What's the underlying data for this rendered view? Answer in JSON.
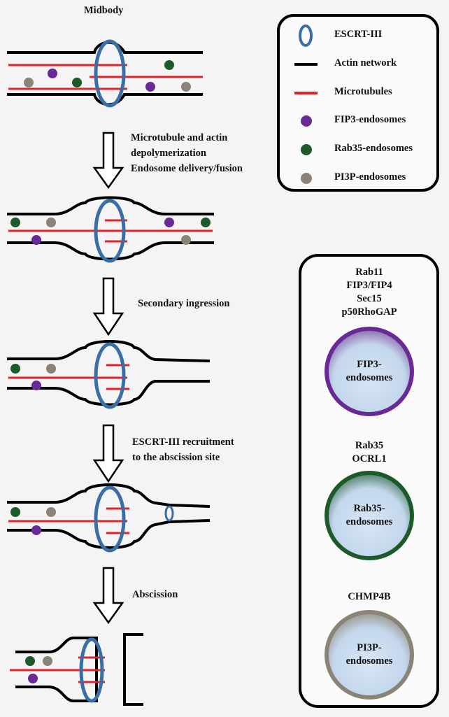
{
  "stage_labels": {
    "midbody": "Midbody",
    "step1_line1": "Microtubule and actin",
    "step1_line2": "depolymerization",
    "step1_line3": "Endosome delivery/fusion",
    "step2": "Secondary ingression",
    "step3_line1": "ESCRT-III recruitment",
    "step3_line2": "to the abscission site",
    "step4": "Abscission"
  },
  "legend": {
    "items": [
      {
        "label": "ESCRT-III",
        "symbol": "ring",
        "color": "#3a6fa5"
      },
      {
        "label": "Actin network",
        "symbol": "line",
        "color": "#000000"
      },
      {
        "label": "Microtubules",
        "symbol": "line",
        "color": "#e0242c"
      },
      {
        "label": "FIP3-endosomes",
        "symbol": "dot",
        "color": "#6a2a96"
      },
      {
        "label": "Rab35-endosomes",
        "symbol": "dot",
        "color": "#1d5a2a"
      },
      {
        "label": "PI3P-endosomes",
        "symbol": "dot",
        "color": "#8a8478"
      }
    ]
  },
  "endosome_panel": {
    "groups": [
      {
        "proteins": [
          "Rab11",
          "FIP3/FIP4",
          "Sec15",
          "p50RhoGAP"
        ],
        "circle_line1": "FIP3-",
        "circle_line2": "endosomes",
        "ring_color": "#6a2a96"
      },
      {
        "proteins": [
          "Rab35",
          "OCRL1"
        ],
        "circle_line1": "Rab35-",
        "circle_line2": "endosomes",
        "ring_color": "#1d5a2a"
      },
      {
        "proteins": [
          "CHMP4B"
        ],
        "circle_line1": "PI3P-",
        "circle_line2": "endosomes",
        "ring_color": "#8a8478"
      }
    ]
  },
  "colors": {
    "escrt": "#3a6fa5",
    "microtubule": "#e0242c",
    "actin": "#000000",
    "fip3": "#6a2a96",
    "rab35": "#1d5a2a",
    "pi3p": "#8a8478"
  }
}
